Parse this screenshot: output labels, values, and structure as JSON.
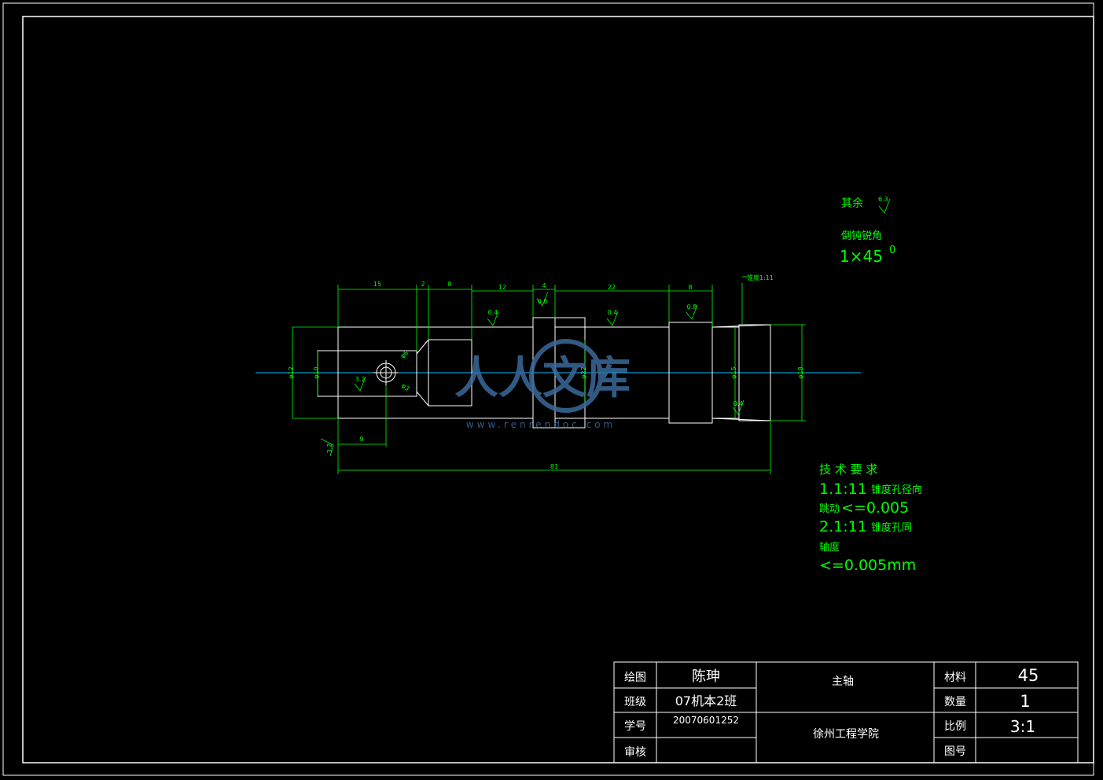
{
  "notes": {
    "rest_label": "其余",
    "rest_roughness": "6.3",
    "chamfer_label": "倒钝锐角",
    "chamfer_value": "1×45",
    "chamfer_sup": "0",
    "taper_label": "锥度1:11"
  },
  "dimensions": {
    "d15": "15",
    "d2": "2",
    "d8a": "8",
    "d12": "12",
    "d4": "4",
    "d22": "22",
    "d8b": "8",
    "d9": "9",
    "d81": "81",
    "r04a": "0.4",
    "r08a": "0.8",
    "r04b": "0.4",
    "r08b": "0.8",
    "r04c": "0.4",
    "r32a": "3.2",
    "r32b": "3.2",
    "dia_left_outer": "φ12",
    "dia_left_inner": "φ10",
    "dia_mid": "φ22",
    "dia_right_a": "φ15",
    "dia_right_b": "φ18",
    "hole_a": "φ6",
    "hole_b": "φ3"
  },
  "tech": {
    "title": "技 术 要 求",
    "l1a": "1.1:11",
    "l1b": "锥度孔径向",
    "l2a": "跳动",
    "l2b": "<=0.005",
    "l3a": "2.1:11",
    "l3b": "锥度孔同",
    "l4": "轴度",
    "l5": "<=0.005mm"
  },
  "watermark": {
    "text": "人人文库",
    "url": "www.renrendoc.com"
  },
  "title_block": {
    "drawer_label": "绘图",
    "drawer_value": "陈珅",
    "class_label": "班级",
    "class_value": "07机本2班",
    "id_label": "学号",
    "id_value": "20070601252",
    "review_label": "审核",
    "part_name": "主轴",
    "school": "徐州工程学院",
    "material_label": "材料",
    "material_value": "45",
    "qty_label": "数量",
    "qty_value": "1",
    "scale_label": "比例",
    "scale_value": "3:1",
    "drawing_no_label": "图号"
  },
  "colors": {
    "outline": "#ffffff",
    "dimension": "#00ff00",
    "centerline": "#00bfff",
    "watermark": "#3a6a9a"
  }
}
